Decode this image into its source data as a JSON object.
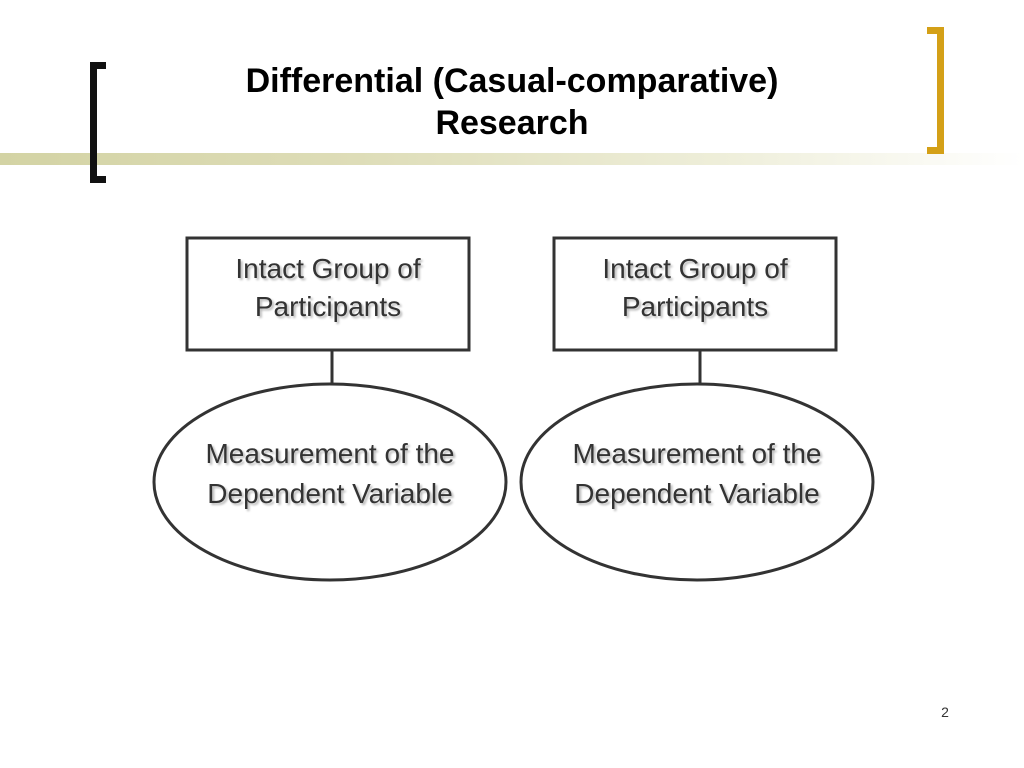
{
  "slide": {
    "title_line1": "Differential (Casual-comparative)",
    "title_line2": "Research",
    "page_number": "2",
    "accent_colors": {
      "bracket_left": "#111111",
      "bracket_right": "#d4a017",
      "stripe": "#d3d3a4"
    }
  },
  "diagram": {
    "columns": [
      {
        "box": {
          "line1": "Intact Group of",
          "line2": "Participants"
        },
        "ellipse": {
          "line1": "Measurement of the",
          "line2": "Dependent Variable"
        }
      },
      {
        "box": {
          "line1": "Intact Group of",
          "line2": "Participants"
        },
        "ellipse": {
          "line1": "Measurement of the",
          "line2": "Dependent Variable"
        }
      }
    ]
  }
}
